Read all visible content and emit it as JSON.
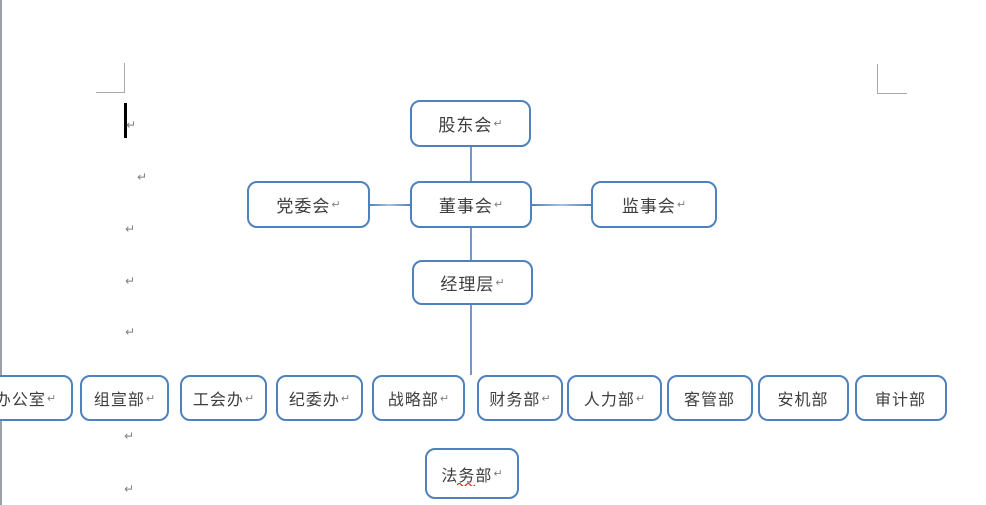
{
  "app": {
    "description": "word-processor page with organization chart",
    "colors": {
      "box_border": "#4f81bd",
      "connector": "#7397c8",
      "text": "#3d3d3d",
      "paragraph_mark": "#7f7f7f",
      "margin_mark": "#a9a9a9",
      "page_edge": "#9da0a6",
      "spellcheck_underline": "#e02b20"
    }
  },
  "marks": {
    "pilcrow": "↵"
  },
  "chart": {
    "type": "org-chart",
    "nodes": [
      {
        "label": "股东会",
        "mark": "↵",
        "level": 1
      },
      {
        "label": "党委会",
        "mark": "↵",
        "level": 2
      },
      {
        "label": "董事会",
        "mark": "↵",
        "level": 2
      },
      {
        "label": "监事会",
        "mark": "↵",
        "level": 2
      },
      {
        "label": "经理层",
        "mark": "↵",
        "level": 3
      },
      {
        "label": "办公室",
        "mark": "↵",
        "level": 4
      },
      {
        "label": "组宣部",
        "mark": "↵",
        "level": 4
      },
      {
        "label": "工会办",
        "mark": "↵",
        "level": 4
      },
      {
        "label": "纪委办",
        "mark": "↵",
        "level": 4
      },
      {
        "label": "战略部",
        "mark": "↵",
        "level": 4
      },
      {
        "label": "财务部",
        "mark": "↵",
        "level": 4
      },
      {
        "label": "人力部",
        "mark": "↵",
        "level": 4
      },
      {
        "label": "客管部",
        "mark": "",
        "level": 4
      },
      {
        "label": "安机部",
        "mark": "",
        "level": 4
      },
      {
        "label": "审计部",
        "mark": "",
        "level": 4
      },
      {
        "label": "法务部",
        "mark": "↵",
        "level": 5
      }
    ],
    "edges": [
      "股东会-董事会",
      "党委会-董事会",
      "董事会-监事会",
      "董事会-经理层",
      "经理层-部门行"
    ]
  }
}
